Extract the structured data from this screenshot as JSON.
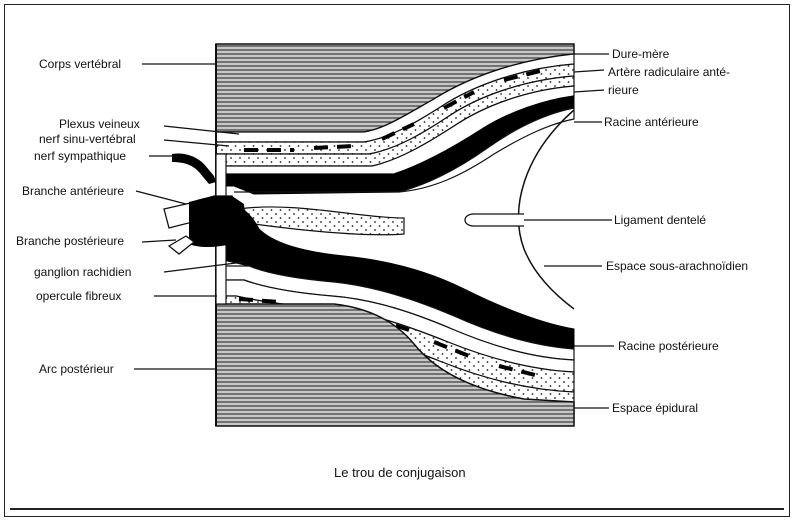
{
  "labels": {
    "corps_vertebral": "Corps vertébral",
    "plexus_veineux": "Plexus veineux",
    "nerf_sinu_vertebral": "nerf sinu-vertébral",
    "nerf_sympathique": "nerf sympathique",
    "branche_anterieure": "Branche antérieure",
    "branche_posterieure": "Branche postérieure",
    "ganglion_rachidien": "ganglion rachidien",
    "opercule_fibreux": "opercule fibreux",
    "arc_posterieur": "Arc postérieur",
    "dure_mere": "Dure-mère",
    "artere_radiculaire_line1": "Artère radiculaire anté-",
    "artere_radiculaire_line2": "rieure",
    "racine_anterieure": "Racine antérieure",
    "ligament_dentele": "Ligament dentelé",
    "espace_sous_arachnoidien": "Espace sous-arachnoïdien",
    "racine_posterieure": "Racine postérieure",
    "espace_epidural": "Espace épidural"
  },
  "caption": "Le trou de conjugaison"
}
